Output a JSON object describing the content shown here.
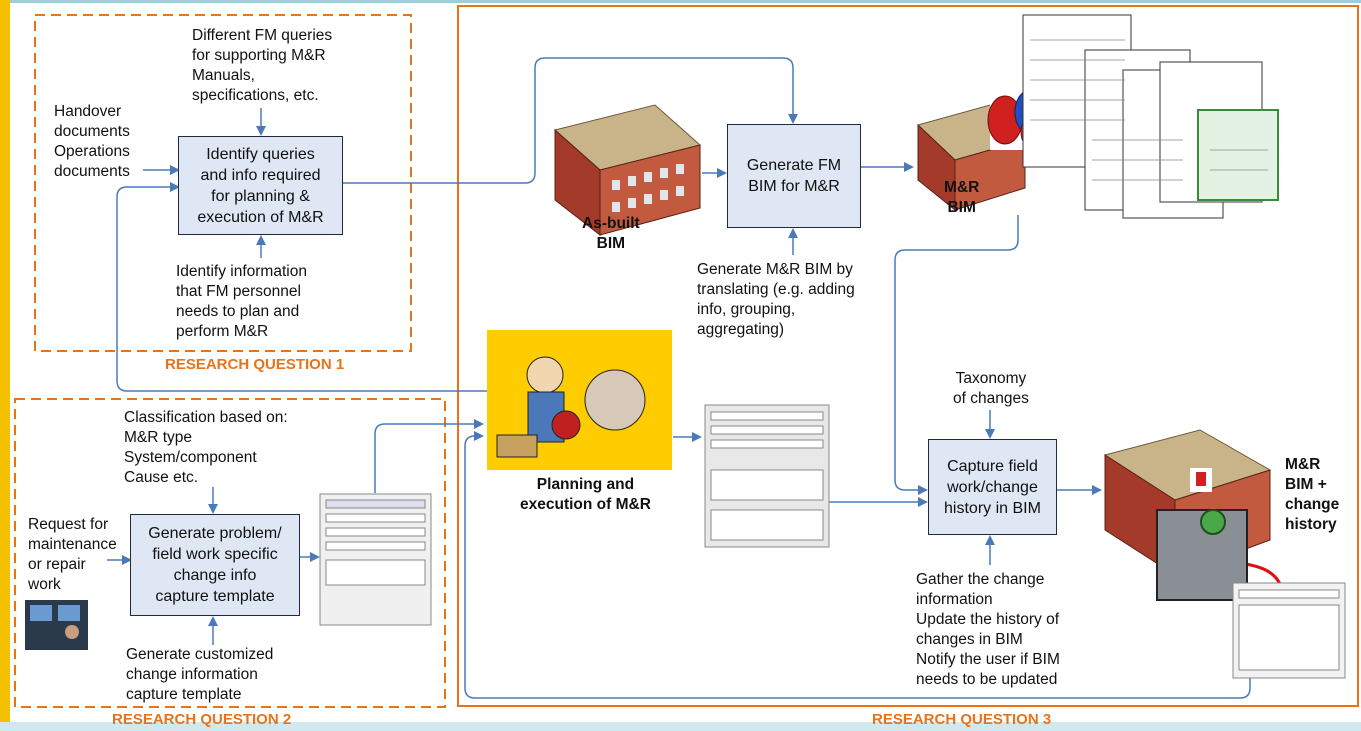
{
  "research_questions": {
    "rq1_label": "RESEARCH QUESTION 1",
    "rq2_label": "RESEARCH QUESTION 2",
    "rq3_label": "RESEARCH QUESTION 3"
  },
  "rq1": {
    "inputs_left": "Handover\ndocuments\nOperations\ndocuments",
    "top_note": "Different FM queries\nfor supporting M&R\nManuals,\nspecifications, etc.",
    "process_box": "Identify queries\nand info required\nfor planning &\nexecution of M&R",
    "bottom_note": "Identify information\nthat FM personnel\nneeds to plan and\nperform M&R"
  },
  "rq2": {
    "top_note": "Classification based on:\nM&R type\nSystem/component\nCause etc.",
    "inputs_left": "Request for\nmaintenance\nor repair\nwork",
    "process_box": "Generate problem/\nfield work specific\nchange info\ncapture template",
    "bottom_note": "Generate customized\nchange information\ncapture template"
  },
  "rq3": {
    "asbuilt_label": "As-built\nBIM",
    "generate_box": "Generate FM\nBIM for M&R",
    "mr_bim_label": "M&R\nBIM",
    "generate_note": "Generate M&R BIM by\ntranslating (e.g. adding\ninfo, grouping,\naggregating)",
    "planning_label": "Planning and\nexecution of M&R",
    "taxonomy_note": "Taxonomy\nof changes",
    "capture_box": "Capture field\nwork/change\nhistory in BIM",
    "change_note": "Gather the change\ninformation\nUpdate the history of\nchanges in BIM\nNotify the user if BIM\nneeds to be updated",
    "final_label": "M&R\nBIM +\nchange\nhistory"
  },
  "colors": {
    "dashed_border": "#e8731a",
    "solid_border": "#e8731a",
    "arrow": "#4a7ab8",
    "box_fill": "#dfe6f4",
    "title": "#e8731a"
  }
}
